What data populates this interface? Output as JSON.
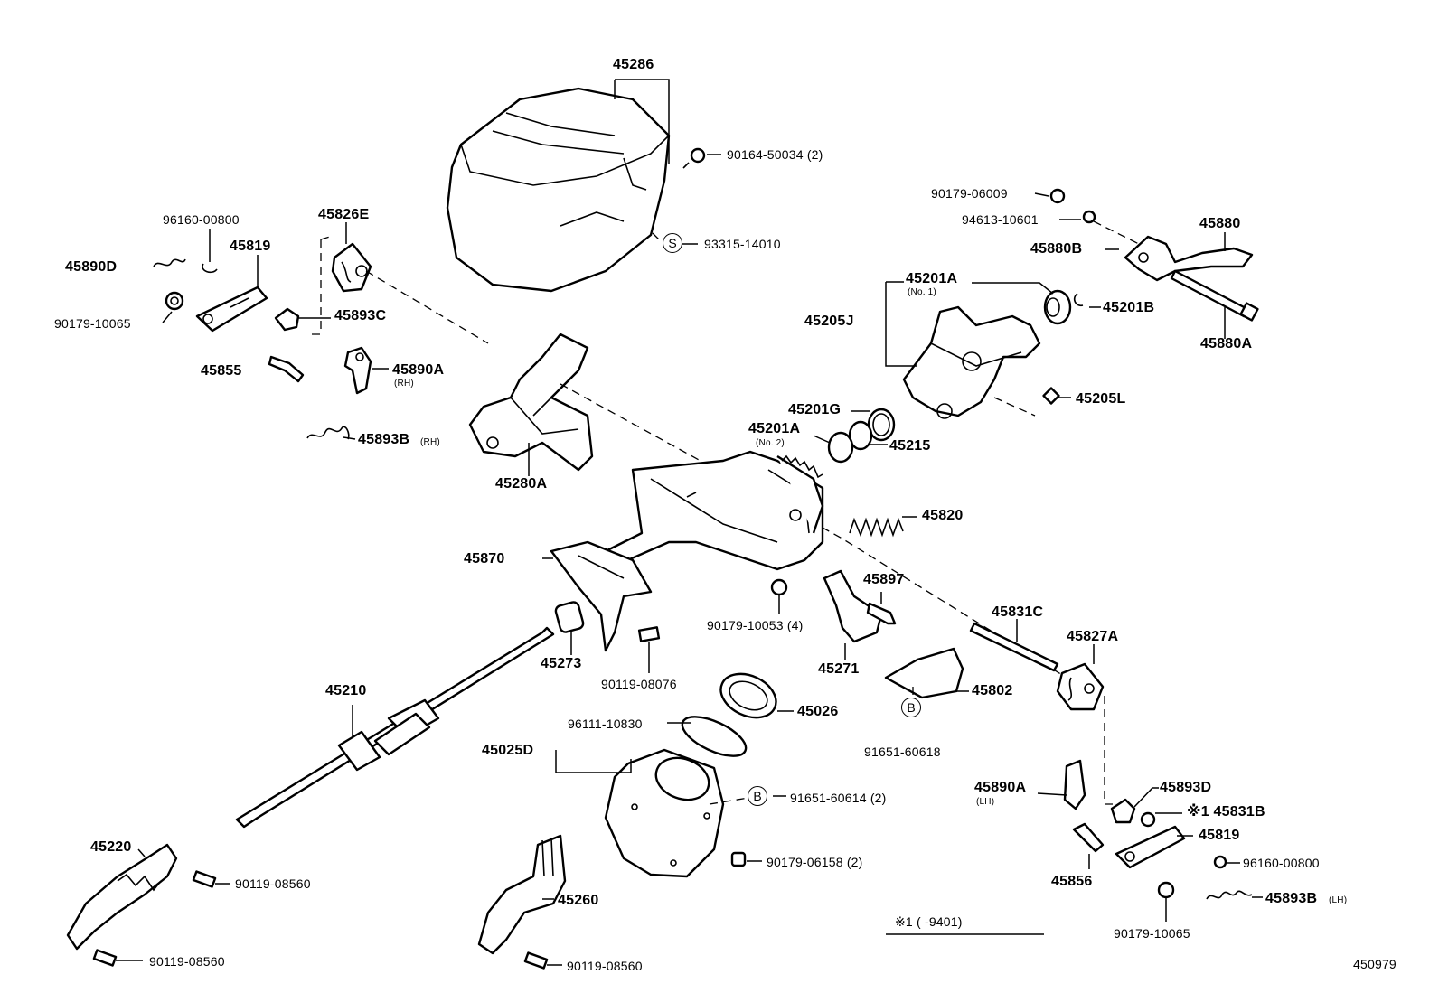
{
  "labels": {
    "p45286": "45286",
    "p90164": "90164-50034 (2)",
    "p93315": "93315-14010",
    "p96160a": "96160-00800",
    "p45826e": "45826E",
    "p45819a": "45819",
    "p45890d": "45890D",
    "p90179a": "90179-10065",
    "p45893c": "45893C",
    "p45855": "45855",
    "p45890a": "45890A",
    "p45890a_rh": "(RH)",
    "p45893b": "45893B",
    "p45893b_rh": "(RH)",
    "p45280a": "45280A",
    "p90179_06009": "90179-06009",
    "p94613": "94613-10601",
    "p45880": "45880",
    "p45880b": "45880B",
    "p45201a": "45201A",
    "p45201a_no1": "(No. 1)",
    "p45201b": "45201B",
    "p45205j": "45205J",
    "p45880a": "45880A",
    "p45205l": "45205L",
    "p45201g": "45201G",
    "p45201a2": "45201A",
    "p45201a2_no2": "(No. 2)",
    "p45215": "45215",
    "p45820": "45820",
    "p45870": "45870",
    "p45897": "45897",
    "p90179_10053": "90179-10053 (4)",
    "p45831c": "45831C",
    "p45273": "45273",
    "p90119_08076": "90119-08076",
    "p45271": "45271",
    "p45827a": "45827A",
    "p45210": "45210",
    "p45026": "45026",
    "p45802": "45802",
    "p96111": "96111-10830",
    "p45025d": "45025D",
    "p91651_60618": "91651-60618",
    "p91651_60614": "91651-60614 (2)",
    "p45890a_lh": "45890A",
    "p45890a_lh_tag": "(LH)",
    "p45893d": "45893D",
    "p45831b": "※1 45831B",
    "p45819b": "45819",
    "p45220": "45220",
    "p90119_08560a": "90119-08560",
    "p90179_06158": "90179-06158 (2)",
    "p96160b": "96160-00800",
    "p45856": "45856",
    "p45260": "45260",
    "p45893b_lh": "45893B",
    "p45893b_lh_tag": "(LH)",
    "p90179_10065b": "90179-10065",
    "p90119_08560b": "90119-08560",
    "p90119_08560c": "90119-08560",
    "note": "※1 (      -9401)",
    "fig_no": "450979"
  },
  "markers": {
    "s_mark": "S",
    "b_mark1": "B",
    "b_mark2": "B"
  }
}
